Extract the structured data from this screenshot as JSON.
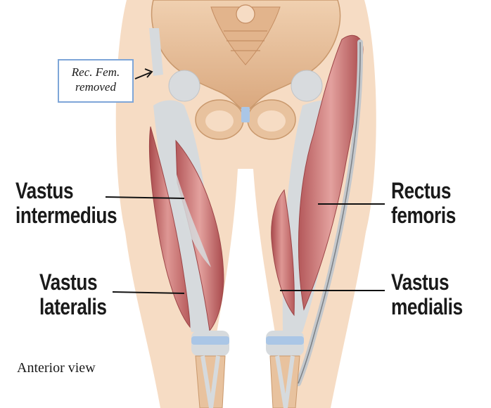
{
  "labels": {
    "vastus_intermedius": [
      "Vastus",
      "intermedius"
    ],
    "vastus_lateralis": [
      "Vastus",
      "lateralis"
    ],
    "rectus_femoris": [
      "Rectus",
      "femoris"
    ],
    "vastus_medialis": [
      "Vastus",
      "medialis"
    ]
  },
  "note": [
    "Rec. Fem.",
    "removed"
  ],
  "caption": "Anterior view",
  "colors": {
    "skin": "#f6dcc4",
    "bone": "#e8c29e",
    "bone_dark": "#c9986c",
    "muscle": "#cf7a78",
    "muscle_dark": "#a94a4c",
    "tendon": "#d6dadd",
    "cartilage": "#aac6e6",
    "note_border": "#7ea6d8"
  }
}
